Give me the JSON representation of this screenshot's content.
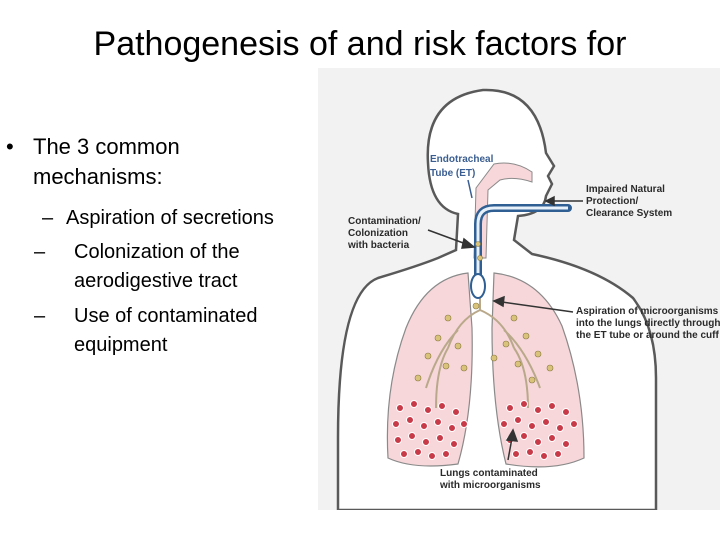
{
  "slide": {
    "title": "Pathogenesis of and risk factors for",
    "bullet": "The 3 common mechanisms:",
    "sub_items": [
      "Aspiration of secretions",
      "Colonization of the aerodigestive tract",
      "Use of contaminated equipment"
    ],
    "bullet_marker": "•",
    "dash_marker": "–"
  },
  "figure": {
    "et_tube_label": [
      "Endotracheal",
      "Tube (ET)"
    ],
    "impaired_label": [
      "Impaired Natural",
      "Protection/",
      "Clearance System"
    ],
    "contamination_label": [
      "Contamination/",
      "Colonization",
      "with bacteria"
    ],
    "aspiration_label": [
      "Aspiration of microorganisms",
      "into the lungs directly through",
      "the ET tube or around the cuff"
    ],
    "lungs_label": [
      "Lungs contaminated",
      "with microorganisms"
    ],
    "colors": {
      "outline": "#595959",
      "lung_fill": "#f7d7da",
      "tube": "#2f5f93",
      "microorganism": "#c83a48",
      "bacteria": "#d9c27a",
      "et_label": "#3a5e91"
    }
  }
}
